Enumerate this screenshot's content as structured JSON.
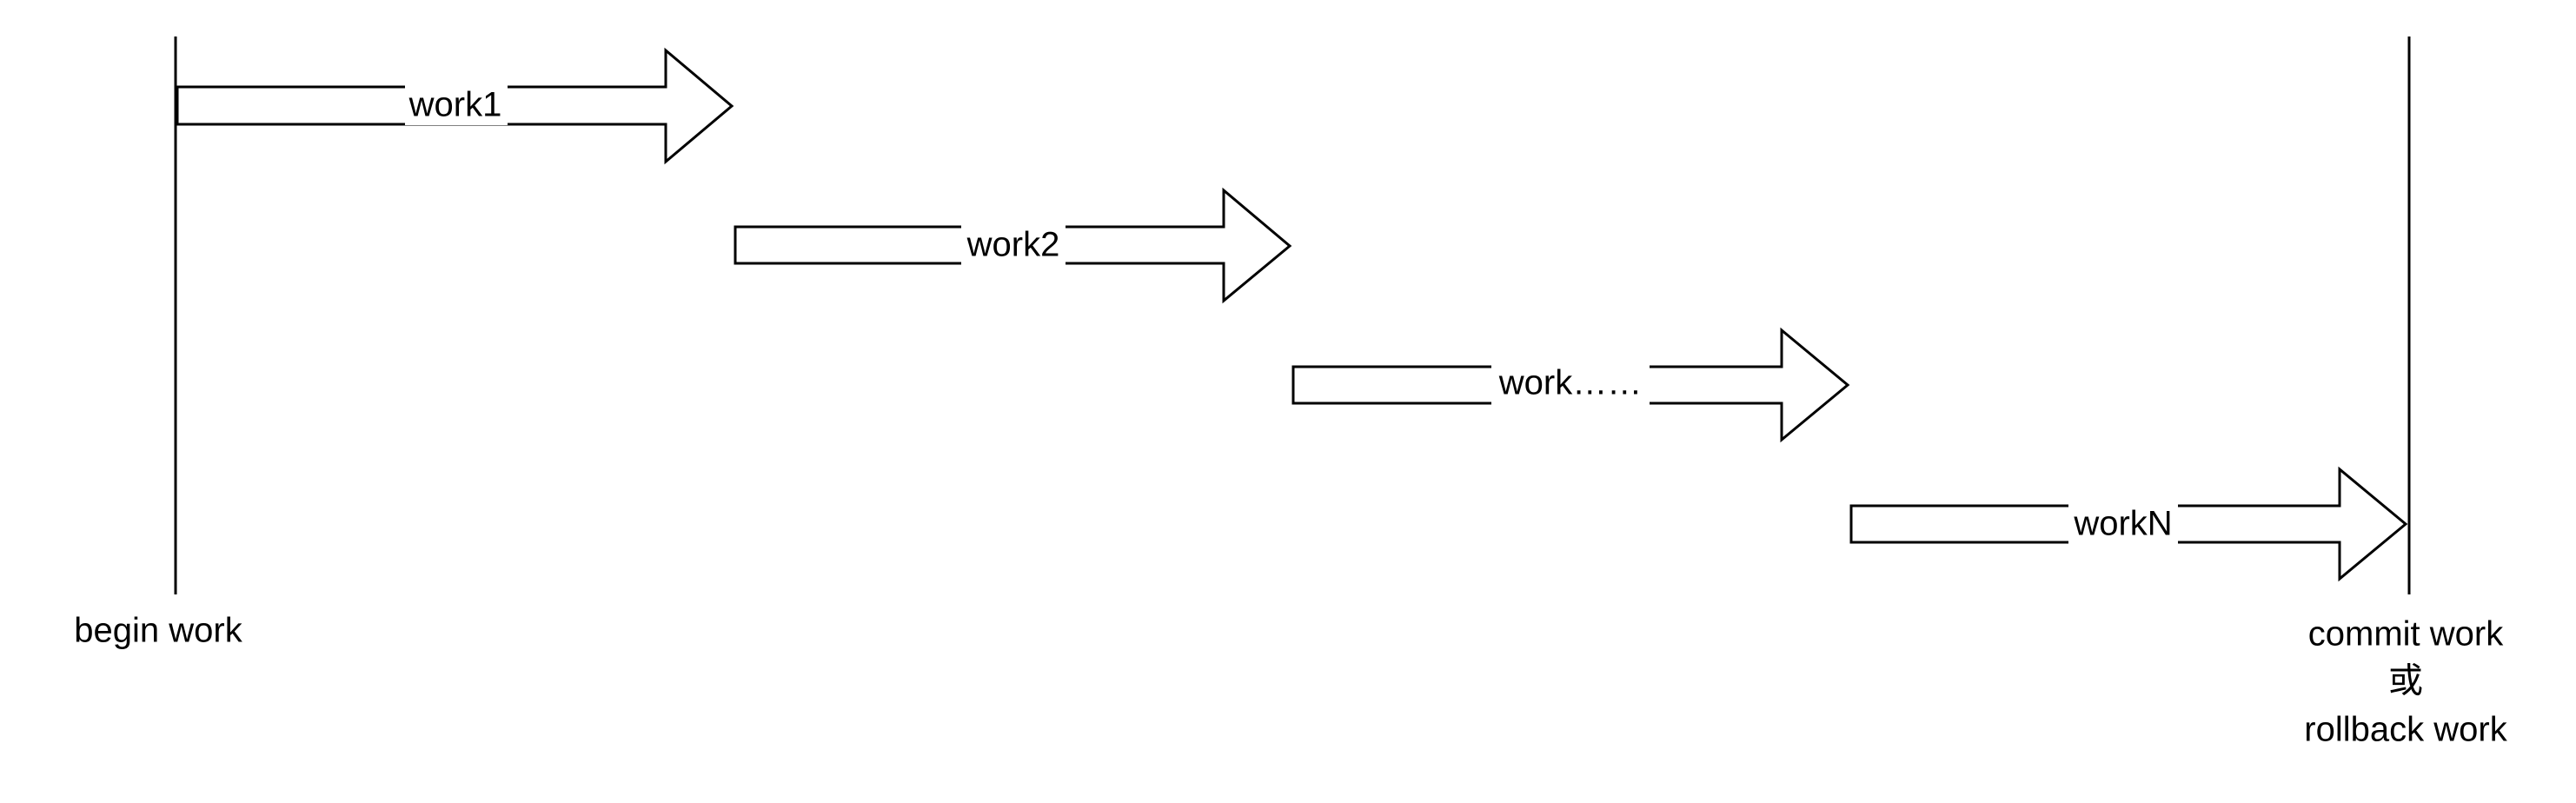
{
  "diagram": {
    "start_label": "begin work",
    "end_label_lines": [
      "commit work",
      "或",
      "rollback work"
    ],
    "steps": [
      {
        "label": "work1"
      },
      {
        "label": "work2"
      },
      {
        "label": "work……"
      },
      {
        "label": "workN"
      }
    ]
  }
}
